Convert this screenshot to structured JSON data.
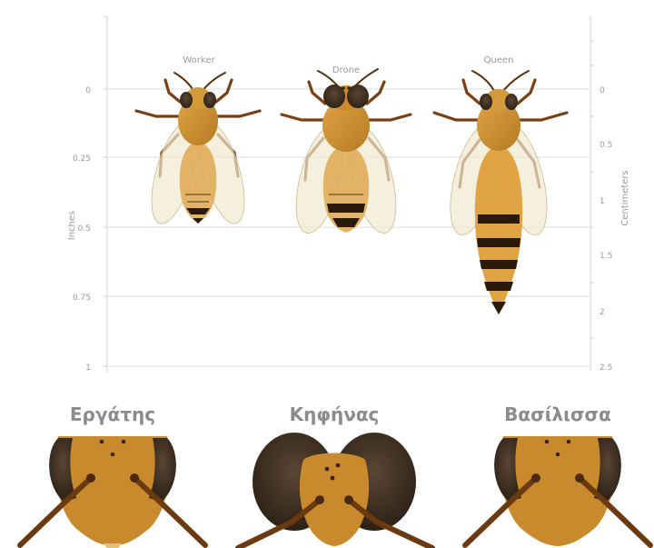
{
  "axes": {
    "left_label": "Inches",
    "right_label": "Centimeters",
    "left_ticks": [
      "0",
      "0.25",
      "0.5",
      "0.75",
      "1"
    ],
    "right_ticks": [
      "0",
      "0.5",
      "1",
      "1.5",
      "2",
      "2.5"
    ]
  },
  "bees": {
    "worker": {
      "label": "Worker"
    },
    "drone": {
      "label": "Drone"
    },
    "queen": {
      "label": "Queen"
    }
  },
  "faces": {
    "worker": {
      "label": "Εργάτης"
    },
    "drone": {
      "label": "Κηφήνας"
    },
    "queen": {
      "label": "Βασίλισσα"
    }
  },
  "colors": {
    "body_orange": "#c98a2e",
    "stripe_dark": "#2a1a0a",
    "eye_dark": "#3a2a1c",
    "leg_brown": "#7b3f14",
    "grid": "#dcdcdc",
    "text_gray": "#9a9a9a"
  }
}
